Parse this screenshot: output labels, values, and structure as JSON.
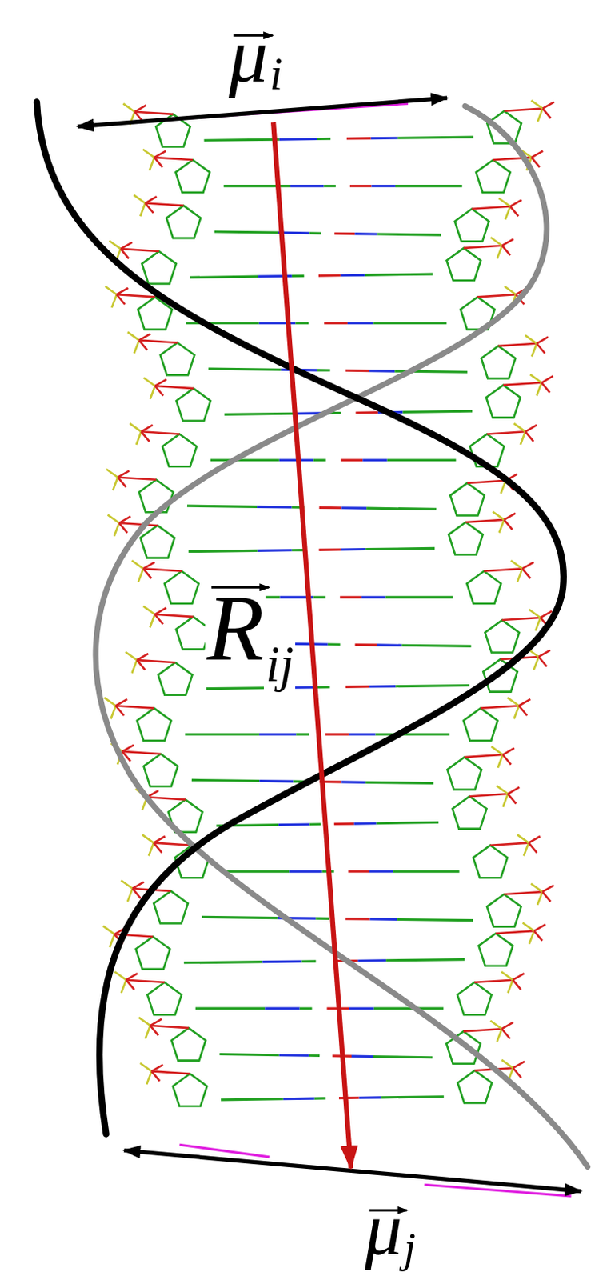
{
  "diagram": {
    "labels": [
      "μ",
      "i",
      "R",
      "ij",
      "μ",
      "j"
    ]
  }
}
